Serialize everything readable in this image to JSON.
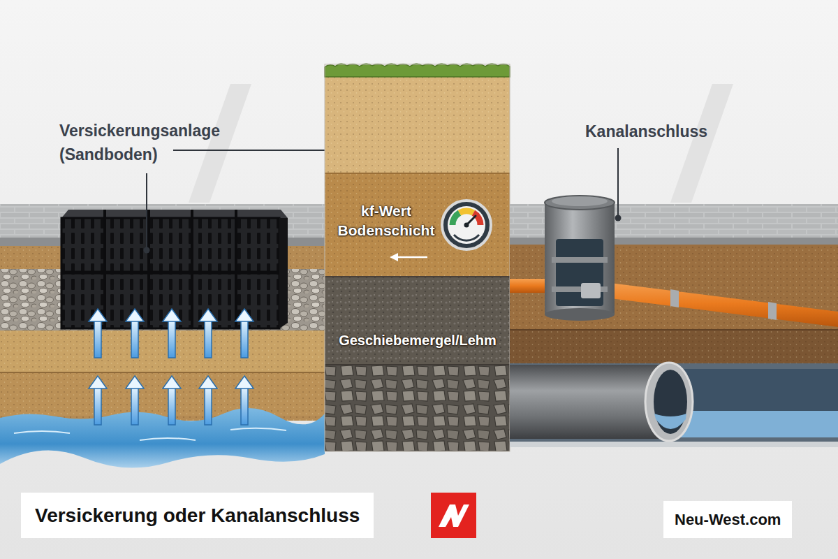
{
  "diagram": {
    "title": "Versickerung oder Kanalanschluss",
    "labels": [
      "Versickerungsanlage (Sandboden)",
      "kf-Wert Bodenschicht",
      "Geschiebemergel/Lehm",
      "Kanalanschluss",
      "Neu-West.com"
    ]
  }
}
